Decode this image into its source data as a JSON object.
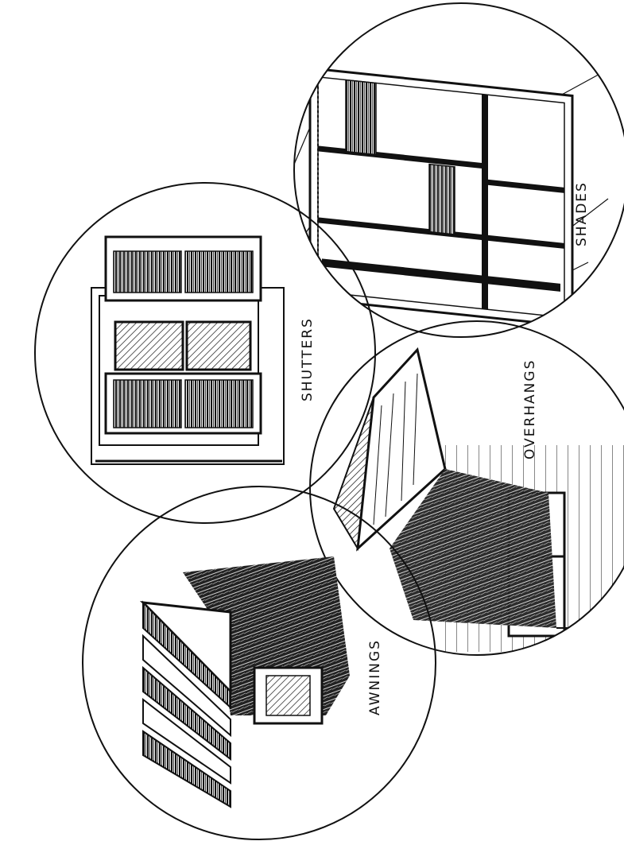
{
  "labels": {
    "shades": "SHADES",
    "shutters": "SHUTTERS",
    "overhangs": "OVERHANGS",
    "awnings": "AWNINGS"
  },
  "colors": {
    "ink": "#111111",
    "paper": "#ffffff"
  }
}
